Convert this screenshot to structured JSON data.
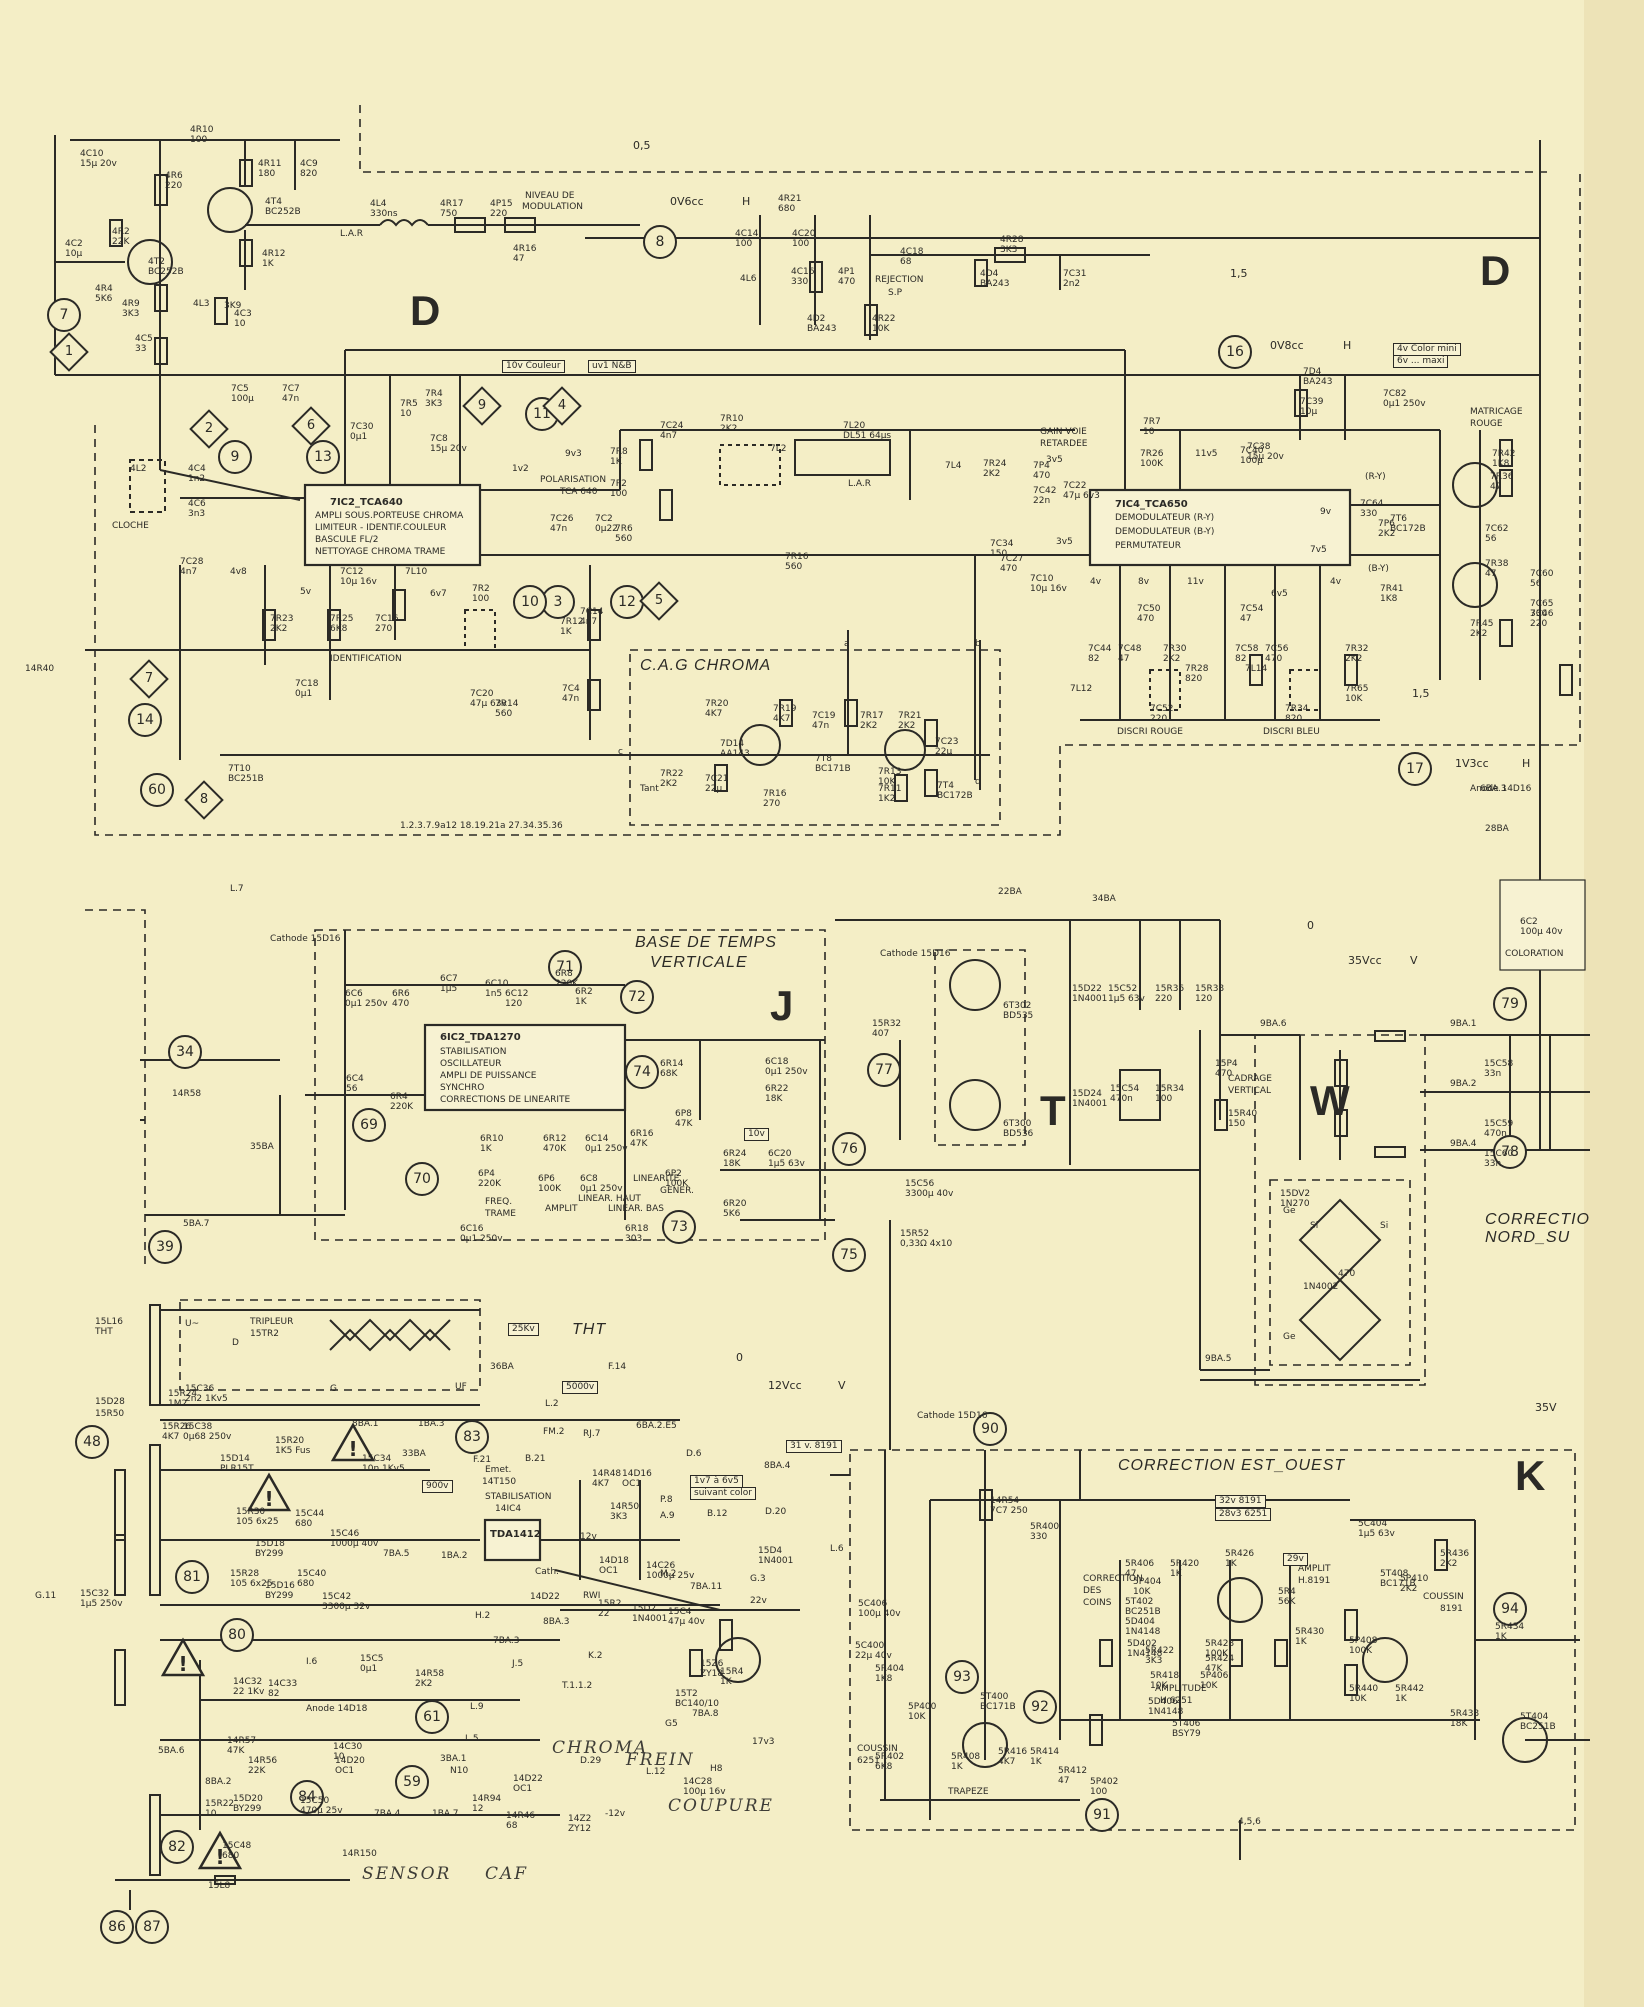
{
  "sections": {
    "d_left": "D",
    "d_right": "D",
    "j": "J",
    "w": "W",
    "k": "K",
    "t": "T"
  },
  "ics": {
    "tca640": {
      "name": "7IC2_TCA640",
      "lines": [
        "AMPLI SOUS.PORTEUSE CHROMA",
        "LIMITEUR - IDENTIF.COULEUR",
        "BASCULE FL/2",
        "NETTOYAGE CHROMA TRAME"
      ]
    },
    "tca650": {
      "name": "7IC4_TCA650",
      "lines": [
        "DEMODULATEUR (R-Y)",
        "DEMODULATEUR (B-Y)",
        "PERMUTATEUR"
      ]
    },
    "tda1270": {
      "name": "6IC2_TDA1270",
      "lines": [
        "STABILISATION",
        "OSCILLATEUR",
        "AMPLI DE PUISSANCE",
        "SYNCHRO",
        "CORRECTIONS DE LINEARITE"
      ]
    },
    "tda1412": {
      "name": "TDA1412",
      "ref": "14IC4",
      "label": "STABILISATION"
    }
  },
  "blocks": {
    "cag": "C.A.G CHROMA",
    "base_temps_1": "BASE DE TEMPS",
    "base_temps_2": "VERTICALE",
    "correction_eo": "CORRECTION EST_OUEST",
    "tripleur": "TRIPLEUR",
    "tripleur_ref": "15TR2",
    "tht": "THT",
    "cloche": "CLOCHE",
    "identification": "IDENTIFICATION",
    "polarisation_1": "POLARISATION",
    "polarisation_2": "TCA 640",
    "niveau_1": "NIVEAU DE",
    "niveau_2": "MODULATION",
    "rejection": "REJECTION",
    "rejection_sp": "S.P",
    "gain_1": "GAIN VOIE",
    "gain_2": "RETARDEE",
    "matricage_1": "MATRICAGE",
    "matricage_2": "ROUGE",
    "discri_rouge": "DISCRI ROUGE",
    "discri_bleu": "DISCRI BLEU",
    "coloration": "COLORATION",
    "cadrage_1": "CADRAGE",
    "cadrage_2": "VERTICAL",
    "corr_nord_1": "CORRECTIO",
    "corr_nord_2": "NORD_SU",
    "freq_1": "FREQ.",
    "freq_2": "TRAME",
    "lineaire_1": "LINEARITE",
    "lineaire_2": "GENER.",
    "amplit": "AMPLIT",
    "lin_haut": "LINEAR. HAUT",
    "lin_bas": "LINEAR. BAS",
    "coussin_1": "COUSSIN",
    "coussin_2": "6251",
    "trapeze": "TRAPEZE",
    "amplitude_1": "AMPLITUDE",
    "amplitude_2": "H 6251",
    "amplit_h_1": "AMPLIT",
    "amplit_h_2": "H.8191",
    "coussin_r_1": "COUSSIN",
    "coussin_r_2": "8191",
    "corr_coins_1": "CORRECTION",
    "corr_coins_2": "DES",
    "corr_coins_3": "COINS"
  },
  "handwritten": {
    "chroma": "CHROMA",
    "frein": "FREIN",
    "coupure": "COUPURE",
    "sensor": "SENSOR",
    "caf": "CAF"
  },
  "voltage_tags": {
    "v10": "10v Couleur",
    "nb": "uv1 N&B",
    "color_1": "4v Color mini",
    "color_2": "6v ... maxi",
    "t25kv": "25Kv",
    "t5000v": "5000v",
    "t900v": "900v",
    "suivant_color_1": "1v7 à 6v5",
    "suivant_color_2": "suivant color",
    "t31v": "31 v. 8191",
    "t10v": "10v",
    "t32v": "32v 8191",
    "t28v": "28v3 6251",
    "t29v": "29v"
  },
  "testpoints": {
    "tp8": "8",
    "tp8_val": "0V6cc",
    "tp8_h": "H",
    "tp16": "16",
    "tp16_val": "0V8cc",
    "tp16_h": "H",
    "tp17": "17",
    "tp17_val": "1V3cc",
    "tp17_h": "H",
    "tp79": "79",
    "tp79_val": "35Vcc",
    "tp79_v": "V",
    "tp39": "39",
    "tp39_val": "12Vcc",
    "tp39_v": "V",
    "tp78": "78",
    "tp78_val": "35V",
    "scale_05": "0,5",
    "scale_15a": "1,5",
    "scale_15b": "1,5",
    "scale_0a": "0",
    "scale_0b": "0"
  },
  "circles": [
    "7",
    "14",
    "60",
    "9",
    "13",
    "11",
    "12",
    "3",
    "10",
    "71",
    "72",
    "74",
    "69",
    "70",
    "73",
    "76",
    "75",
    "77",
    "34",
    "39",
    "48",
    "81",
    "80",
    "83",
    "84",
    "59",
    "61",
    "82",
    "86",
    "87",
    "90",
    "93",
    "92",
    "91",
    "94",
    "79",
    "78",
    "8",
    "17",
    "16"
  ],
  "diamonds": [
    "1",
    "2",
    "6",
    "9",
    "4",
    "5",
    "7",
    "8"
  ],
  "connectors": {
    "r14r40": "14R40",
    "r14r58": "14R58",
    "l7": "L.7",
    "ba35": "35BA",
    "ba5_7": "5BA.7",
    "ba22": "22BA",
    "ba34": "34BA",
    "ba6_3": "6BA.3",
    "ba28": "28BA",
    "ba9_6": "9BA.6",
    "ba9_1": "9BA.1",
    "ba9_2": "9BA.2",
    "ba9_4": "9BA.4",
    "ba9_5": "9BA.5",
    "l2": "L.2",
    "l5": "L.5",
    "l6": "L.6",
    "l9": "L.9",
    "l12": "L.12",
    "f14": "F.14",
    "f21": "F.21",
    "g11": "G.11",
    "ba36": "36BA",
    "ba33": "33BA",
    "ba6_2": "6BA.2.E5",
    "ba8_1": "8BA.1",
    "ba1_3": "1BA.3",
    "ba7_5": "7BA.5",
    "ba1_2": "1BA.2",
    "ba8_4": "8BA.4",
    "ba7_11": "7BA.11",
    "ba7_3": "7BA.3",
    "ba8_3": "8BA.3",
    "ba7_8": "7BA.8",
    "ba5_6": "5BA.6",
    "ba8_2": "8BA.2",
    "ba3_1": "3BA.1",
    "ba7_4": "7BA.4",
    "ba1_7": "1BA.7",
    "cath_15d16_a": "Cathode 15D16",
    "cath_15d16_b": "Cathode 15D16",
    "cath_15d16_c": "Cathode 15D16",
    "anode_14d16": "Anode 14D16",
    "anode_14d18": "Anode 14D18",
    "r14r150": "14R150"
  },
  "components": [
    {
      "ref": "4R10",
      "val": "100"
    },
    {
      "ref": "4C10",
      "val": "15µ 20v"
    },
    {
      "ref": "4R6",
      "val": "220"
    },
    {
      "ref": "4R11",
      "val": "180"
    },
    {
      "ref": "4C9",
      "val": "820"
    },
    {
      "ref": "4T4",
      "val": "BC252B"
    },
    {
      "ref": "4R12",
      "val": "1K"
    },
    {
      "ref": "4L4",
      "val": "330ns"
    },
    {
      "ref": "4R17",
      "val": "750"
    },
    {
      "ref": "4P15",
      "val": "220"
    },
    {
      "ref": "4R16",
      "val": "47"
    },
    {
      "ref": "4T2",
      "val": "BC252B"
    },
    {
      "ref": "4R2",
      "val": "22K"
    },
    {
      "ref": "4C2",
      "val": "10µ"
    },
    {
      "ref": "4R4",
      "val": "5K6"
    },
    {
      "ref": "4R9",
      "val": "3K3"
    },
    {
      "ref": "4L3",
      "val": ""
    },
    {
      "ref": "3K9",
      "val": ""
    },
    {
      "ref": "4C3",
      "val": "10"
    },
    {
      "ref": "4C5",
      "val": "33"
    },
    {
      "ref": "4R21",
      "val": "680"
    },
    {
      "ref": "4C14",
      "val": "100"
    },
    {
      "ref": "4C20",
      "val": "100"
    },
    {
      "ref": "4C18",
      "val": "68"
    },
    {
      "ref": "4R28",
      "val": "3K3"
    },
    {
      "ref": "4C16",
      "val": "330"
    },
    {
      "ref": "4P1",
      "val": "470"
    },
    {
      "ref": "4L6",
      "val": ""
    },
    {
      "ref": "4D4",
      "val": "BA243"
    },
    {
      "ref": "7C31",
      "val": "2n2"
    },
    {
      "ref": "4D2",
      "val": "BA243"
    },
    {
      "ref": "4R22",
      "val": "10K"
    },
    {
      "ref": "7D4",
      "val": "BA243"
    },
    {
      "ref": "7C39",
      "val": "10µ"
    },
    {
      "ref": "7C82",
      "val": "0µ1 250v"
    },
    {
      "ref": "7C5",
      "val": "100µ"
    },
    {
      "ref": "7C7",
      "val": "47n"
    },
    {
      "ref": "7R4",
      "val": "3K3"
    },
    {
      "ref": "7R5",
      "val": "10"
    },
    {
      "ref": "7C8",
      "val": "15µ 20v"
    },
    {
      "ref": "7C30",
      "val": "0µ1"
    },
    {
      "ref": "4L2",
      "val": ""
    },
    {
      "ref": "4C4",
      "val": "1n2"
    },
    {
      "ref": "4C6",
      "val": "3n3"
    },
    {
      "ref": "7C24",
      "val": "4n7"
    },
    {
      "ref": "7R10",
      "val": "2K2"
    },
    {
      "ref": "7L20",
      "val": "DL51 64µs"
    },
    {
      "ref": "7R7",
      "val": "10"
    },
    {
      "ref": "7R26",
      "val": "100K"
    },
    {
      "ref": "7C40",
      "val": "100µ"
    },
    {
      "ref": "7C38",
      "val": "15µ 20v"
    },
    {
      "ref": "7R8",
      "val": "1K"
    },
    {
      "ref": "7P2",
      "val": "100"
    },
    {
      "ref": "7R6",
      "val": "560"
    },
    {
      "ref": "7L2",
      "val": ""
    },
    {
      "ref": "7L4",
      "val": ""
    },
    {
      "ref": "7R24",
      "val": "2K2"
    },
    {
      "ref": "7P4",
      "val": "470"
    },
    {
      "ref": "7C42",
      "val": "22n"
    },
    {
      "ref": "7C22",
      "val": "47µ 6v3"
    },
    {
      "ref": "7C26",
      "val": "47n"
    },
    {
      "ref": "7C2",
      "val": "0µ22"
    },
    {
      "ref": "7C28",
      "val": "4n7"
    },
    {
      "ref": "7R16",
      "val": "560"
    },
    {
      "ref": "7C34",
      "val": "150"
    },
    {
      "ref": "7C27",
      "val": "470"
    },
    {
      "ref": "7C10",
      "val": "10µ 16v"
    },
    {
      "ref": "7C12",
      "val": "10µ 16v"
    },
    {
      "ref": "7L10",
      "val": ""
    },
    {
      "ref": "7R2",
      "val": "100"
    },
    {
      "ref": "7R23",
      "val": "2K2"
    },
    {
      "ref": "7R25",
      "val": "6K8"
    },
    {
      "ref": "7C16",
      "val": "270"
    },
    {
      "ref": "7R12",
      "val": "1K"
    },
    {
      "ref": "7C14",
      "val": "4n7"
    },
    {
      "ref": "7C18",
      "val": "0µ1"
    },
    {
      "ref": "7C20",
      "val": "47µ 63v"
    },
    {
      "ref": "7R14",
      "val": "560"
    },
    {
      "ref": "7C4",
      "val": "47n"
    },
    {
      "ref": "7T10",
      "val": "BC251B"
    },
    {
      "ref": "7R20",
      "val": "4K7"
    },
    {
      "ref": "7R19",
      "val": "4K7"
    },
    {
      "ref": "7C19",
      "val": "47n"
    },
    {
      "ref": "7R17",
      "val": "2K2"
    },
    {
      "ref": "7R21",
      "val": "2K2"
    },
    {
      "ref": "7D14",
      "val": "AA143"
    },
    {
      "ref": "7T8",
      "val": "BC171B"
    },
    {
      "ref": "7R13",
      "val": "10K"
    },
    {
      "ref": "7C23",
      "val": "22µ"
    },
    {
      "ref": "7R22",
      "val": "2K2"
    },
    {
      "ref": "7C21",
      "val": "22µ"
    },
    {
      "ref": "7R16",
      "val": "270"
    },
    {
      "ref": "7R11",
      "val": "1K2"
    },
    {
      "ref": "7T4",
      "val": "BC172B"
    },
    {
      "ref": "7R36",
      "val": "47"
    },
    {
      "ref": "7R42",
      "val": "1K8"
    },
    {
      "ref": "7C64",
      "val": "330"
    },
    {
      "ref": "7P6",
      "val": "2K2"
    },
    {
      "ref": "7C62",
      "val": "56"
    },
    {
      "ref": "7T6",
      "val": "BC172B"
    },
    {
      "ref": "7R38",
      "val": "47"
    },
    {
      "ref": "7C60",
      "val": "56"
    },
    {
      "ref": "7R41",
      "val": "1K8"
    },
    {
      "ref": "7C65",
      "val": "330"
    },
    {
      "ref": "7R45",
      "val": "2K2"
    },
    {
      "ref": "7C46",
      "val": "220"
    },
    {
      "ref": "7C50",
      "val": "470"
    },
    {
      "ref": "7C44",
      "val": "82"
    },
    {
      "ref": "7C48",
      "val": "47"
    },
    {
      "ref": "7R30",
      "val": "2K2"
    },
    {
      "ref": "7R28",
      "val": "820"
    },
    {
      "ref": "7L12",
      "val": ""
    },
    {
      "ref": "7C52",
      "val": "220"
    },
    {
      "ref": "7C54",
      "val": "47"
    },
    {
      "ref": "7C58",
      "val": "82"
    },
    {
      "ref": "7C56",
      "val": "470"
    },
    {
      "ref": "7R32",
      "val": "2K2"
    },
    {
      "ref": "7L14",
      "val": ""
    },
    {
      "ref": "7R34",
      "val": "820"
    },
    {
      "ref": "7R65",
      "val": "10K"
    },
    {
      "ref": "6C2",
      "val": "100µ 40v"
    },
    {
      "ref": "6C6",
      "val": "0µ1 250v"
    },
    {
      "ref": "6R6",
      "val": "470"
    },
    {
      "ref": "6C7",
      "val": "1µ5"
    },
    {
      "ref": "6C10",
      "val": "1n5"
    },
    {
      "ref": "6C12",
      "val": "120"
    },
    {
      "ref": "6R8",
      "val": "220K"
    },
    {
      "ref": "6R2",
      "val": "1K"
    },
    {
      "ref": "6C4",
      "val": "56"
    },
    {
      "ref": "6R4",
      "val": "220K"
    },
    {
      "ref": "6R10",
      "val": "1K"
    },
    {
      "ref": "6R12",
      "val": "470K"
    },
    {
      "ref": "6C14",
      "val": "0µ1 250v"
    },
    {
      "ref": "6R16",
      "val": "47K"
    },
    {
      "ref": "6R14",
      "val": "68K"
    },
    {
      "ref": "6P8",
      "val": "47K"
    },
    {
      "ref": "6P2",
      "val": "100K"
    },
    {
      "ref": "6P4",
      "val": "220K"
    },
    {
      "ref": "6P6",
      "val": "100K"
    },
    {
      "ref": "6C8",
      "val": "0µ1 250v"
    },
    {
      "ref": "6C16",
      "val": "0µ1 250v"
    },
    {
      "ref": "6R18",
      "val": "303"
    },
    {
      "ref": "6C18",
      "val": "0µ1 250v"
    },
    {
      "ref": "6R22",
      "val": "18K"
    },
    {
      "ref": "6R24",
      "val": "18K"
    },
    {
      "ref": "6C20",
      "val": "1µ5 63v"
    },
    {
      "ref": "6R20",
      "val": "5K6"
    },
    {
      "ref": "6T302",
      "val": "BD535"
    },
    {
      "ref": "6T300",
      "val": "BD536"
    },
    {
      "ref": "15R32",
      "val": "407"
    },
    {
      "ref": "15D22",
      "val": "1N4001"
    },
    {
      "ref": "15D24",
      "val": "1N4001"
    },
    {
      "ref": "15C52",
      "val": "1µ5 63v"
    },
    {
      "ref": "15R36",
      "val": "220"
    },
    {
      "ref": "15R38",
      "val": "120"
    },
    {
      "ref": "15C54",
      "val": "470n"
    },
    {
      "ref": "15R34",
      "val": "100"
    },
    {
      "ref": "15P4",
      "val": "470"
    },
    {
      "ref": "15R40",
      "val": "150"
    },
    {
      "ref": "15C56",
      "val": "3300µ 40v"
    },
    {
      "ref": "15R52",
      "val": "0,33Ω 4x10"
    },
    {
      "ref": "15C58",
      "val": "33n"
    },
    {
      "ref": "15C59",
      "val": "470n"
    },
    {
      "ref": "15C60",
      "val": "33n"
    },
    {
      "ref": "15DV2",
      "val": "1N270"
    },
    {
      "ref": "1N4002",
      "val": ""
    },
    {
      "ref": "15L16",
      "val": "THT"
    },
    {
      "ref": "15R24",
      "val": "1M2"
    },
    {
      "ref": "15C36",
      "val": "2n2 1Kv5"
    },
    {
      "ref": "15R26",
      "val": "4K7"
    },
    {
      "ref": "15C38",
      "val": "0µ68 250v"
    },
    {
      "ref": "15D28",
      "val": ""
    },
    {
      "ref": "15R50",
      "val": ""
    },
    {
      "ref": "15D14",
      "val": "PLR15T"
    },
    {
      "ref": "15R20",
      "val": "1K5 Fus"
    },
    {
      "ref": "15C34",
      "val": "10n 1Kv5"
    },
    {
      "ref": "15R30",
      "val": "105 6x25"
    },
    {
      "ref": "15C44",
      "val": "680"
    },
    {
      "ref": "15D18",
      "val": "BY299"
    },
    {
      "ref": "15C46",
      "val": "1000µ 40v"
    },
    {
      "ref": "15R28",
      "val": "105 6x25"
    },
    {
      "ref": "15C40",
      "val": "680"
    },
    {
      "ref": "15D16",
      "val": "BY299"
    },
    {
      "ref": "15C42",
      "val": "3300µ 32v"
    },
    {
      "ref": "15C32",
      "val": "1µ5 250v"
    },
    {
      "ref": "15R22",
      "val": "10"
    },
    {
      "ref": "15D20",
      "val": "BY299"
    },
    {
      "ref": "15C50",
      "val": "470µ 25v"
    },
    {
      "ref": "15C48",
      "val": "680"
    },
    {
      "ref": "15L8",
      "val": ""
    },
    {
      "ref": "14R48",
      "val": "4K7"
    },
    {
      "ref": "14D16",
      "val": "OC1"
    },
    {
      "ref": "14R50",
      "val": "3K3"
    },
    {
      "ref": "14D18",
      "val": "OC1"
    },
    {
      "ref": "14C26",
      "val": "1000µ 25v"
    },
    {
      "ref": "14D22",
      "val": ""
    },
    {
      "ref": "15D4",
      "val": "1N4001"
    },
    {
      "ref": "15R2",
      "val": "22"
    },
    {
      "ref": "15D2",
      "val": "1N4001"
    },
    {
      "ref": "15C4",
      "val": "47µ 40v"
    },
    {
      "ref": "15R4",
      "val": "1K"
    },
    {
      "ref": "15T2",
      "val": "BC140/10"
    },
    {
      "ref": "15Z6",
      "val": "ZY18"
    },
    {
      "ref": "15C5",
      "val": "0µ1"
    },
    {
      "ref": "14R58",
      "val": "2K2"
    },
    {
      "ref": "14C32",
      "val": "22 1Kv"
    },
    {
      "ref": "14C33",
      "val": "82"
    },
    {
      "ref": "14R57",
      "val": "47K"
    },
    {
      "ref": "14R56",
      "val": "22K"
    },
    {
      "ref": "14C30",
      "val": "10"
    },
    {
      "ref": "14D20",
      "val": "OC1"
    },
    {
      "ref": "14D22",
      "val": "OC1"
    },
    {
      "ref": "14R94",
      "val": "12"
    },
    {
      "ref": "14R46",
      "val": "68"
    },
    {
      "ref": "14Z2",
      "val": "ZY12"
    },
    {
      "ref": "14C28",
      "val": "100µ 16v"
    },
    {
      "ref": "14R54",
      "val": "7C7 250"
    },
    {
      "ref": "5R400",
      "val": "330"
    },
    {
      "ref": "5C406",
      "val": "100µ 40v"
    },
    {
      "ref": "5C400",
      "val": "22µ 40v"
    },
    {
      "ref": "5R404",
      "val": "1K8"
    },
    {
      "ref": "5P400",
      "val": "10K"
    },
    {
      "ref": "5R402",
      "val": "6K8"
    },
    {
      "ref": "5R408",
      "val": "1K"
    },
    {
      "ref": "5T400",
      "val": "BC171B"
    },
    {
      "ref": "5R416",
      "val": "4K7"
    },
    {
      "ref": "5R414",
      "val": "1K"
    },
    {
      "ref": "5R412",
      "val": "47"
    },
    {
      "ref": "5P402",
      "val": "100"
    },
    {
      "ref": "5R406",
      "val": "47"
    },
    {
      "ref": "5R420",
      "val": "1K"
    },
    {
      "ref": "5R426",
      "val": "1K"
    },
    {
      "ref": "5T402",
      "val": "BC251B"
    },
    {
      "ref": "5P404",
      "val": "10K"
    },
    {
      "ref": "5D404",
      "val": "1N4148"
    },
    {
      "ref": "5D402",
      "val": "1N4148"
    },
    {
      "ref": "5R422",
      "val": "3K3"
    },
    {
      "ref": "5R428",
      "val": "100K"
    },
    {
      "ref": "5R424",
      "val": "47K"
    },
    {
      "ref": "5D406",
      "val": "1N4148"
    },
    {
      "ref": "5R418",
      "val": "10K"
    },
    {
      "ref": "5P406",
      "val": "10K"
    },
    {
      "ref": "5R430",
      "val": "1K"
    },
    {
      "ref": "5R4",
      "val": "56K"
    },
    {
      "ref": "5P408",
      "val": "100K"
    },
    {
      "ref": "5R440",
      "val": "10K"
    },
    {
      "ref": "5R442",
      "val": "1K"
    },
    {
      "ref": "5T408",
      "val": "BC171B"
    },
    {
      "ref": "5P410",
      "val": "2K2"
    },
    {
      "ref": "5R436",
      "val": "2K2"
    },
    {
      "ref": "5R434",
      "val": "1K"
    },
    {
      "ref": "5R438",
      "val": "18K"
    },
    {
      "ref": "5T404",
      "val": "BC251B"
    },
    {
      "ref": "5T406",
      "val": "BSY79"
    },
    {
      "ref": "5C404",
      "val": "1µ5 63v"
    },
    {
      "ref": "R22K",
      "val": "22K"
    }
  ],
  "labels": {
    "lar1": "L.A.R",
    "lar2": "L.A.R",
    "pins_list": "1.2.3.7.9a12 18.19.21a 27.34.35.36",
    "tant": "Tant",
    "uf": "UF",
    "u": "U~",
    "d": "D",
    "g": "G",
    "fm2": "FM.2",
    "rj7": "RJ.7",
    "b21": "B.21",
    "emet": "Emet.",
    "emet_ref": "14T150",
    "d6": "D.6",
    "p8": "P.8",
    "a9": "A.9",
    "b12": "B.12",
    "d20": "D.20",
    "m2": "M.2",
    "g3": "G.3",
    "h2": "H.2",
    "i6": "I.6",
    "k2": "K.2",
    "t112": "T.1.1.2",
    "j5": "J.5",
    "d29": "D.29",
    "n10": "N10",
    "g5": "G5",
    "h8": "H8",
    "v17v3": "17v3",
    "v22v": "22v",
    "v12v_a": "12v",
    "v12v_b": "-12v",
    "cath": "Cath.",
    "rw1": "RWI",
    "pin_a": "a",
    "pin_b": "b",
    "pin_c": "c",
    "pin_d": "d",
    "ge1": "Ge",
    "si1": "Si",
    "si2": "Si",
    "ge2": "Ge",
    "r470": "470",
    "ry": "(R-Y)",
    "by": "(B-Y)",
    "v456": "4,5,6",
    "v_5v": "5v",
    "v_3v5": "3v5",
    "v_4v8": "4v8",
    "v_9v3": "9v3",
    "v_6v7": "6v7",
    "v_1v2": "1v2",
    "v_11v5": "11v5",
    "v_9v": "9v",
    "v_7v5": "7v5",
    "v_4v": "4v",
    "v_8v": "8v",
    "v_11v": "11v",
    "v_6v5": "6v5",
    "v_3v5b": "3v5",
    "v_4va": "4v"
  }
}
